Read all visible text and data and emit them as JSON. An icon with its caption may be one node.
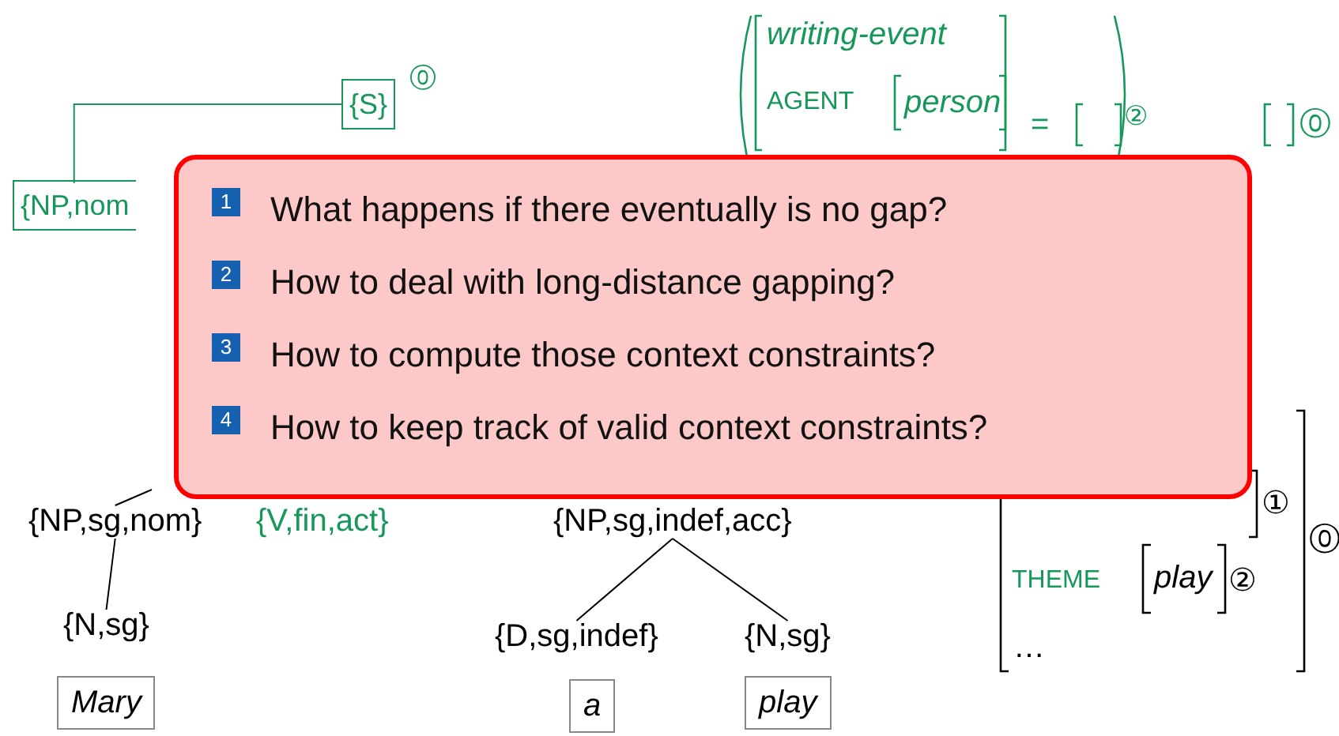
{
  "diagram": {
    "nodes": [
      {
        "text": [
          "{S}"
        ],
        "beside": [
          "⓪"
        ]
      },
      {
        "text": [
          "{NP,nom"
        ]
      },
      {
        "text": [
          "{NP,sg,nom}"
        ]
      },
      {
        "text": [
          "{V,fin,act}"
        ]
      },
      {
        "text": [
          "{NP,sg,indef,acc}"
        ]
      },
      {
        "text": [
          "{N,sg}"
        ]
      },
      {
        "text": [
          "{D,sg,indef}"
        ]
      },
      {
        "text": [
          "{N,sg}"
        ]
      },
      {
        "text": [
          "Mary"
        ]
      },
      {
        "text": [
          "a"
        ]
      },
      {
        "text": [
          "play"
        ]
      },
      {
        "text": [
          "What happens if there eventually is no gap?",
          "How to deal with long-distance gapping?",
          "How to compute those context constraints?",
          "How to keep track of valid context constraints?"
        ]
      }
    ],
    "edges": [
      {
        "from": 0,
        "to": 1,
        "arrow": "none",
        "color": "#17975a"
      },
      {
        "from": null,
        "to": 2,
        "arrow": "none"
      },
      {
        "from": 2,
        "to": 5,
        "arrow": "none"
      },
      {
        "from": 4,
        "to": 6,
        "arrow": "none"
      },
      {
        "from": 4,
        "to": 7,
        "arrow": "none"
      }
    ],
    "labels": [
      "writing-event",
      "AGENT",
      "person",
      "=",
      "②",
      "⓪",
      "1",
      "2",
      "3",
      "4",
      "①",
      "THEME",
      "play",
      "②",
      "…",
      "⓪"
    ]
  }
}
